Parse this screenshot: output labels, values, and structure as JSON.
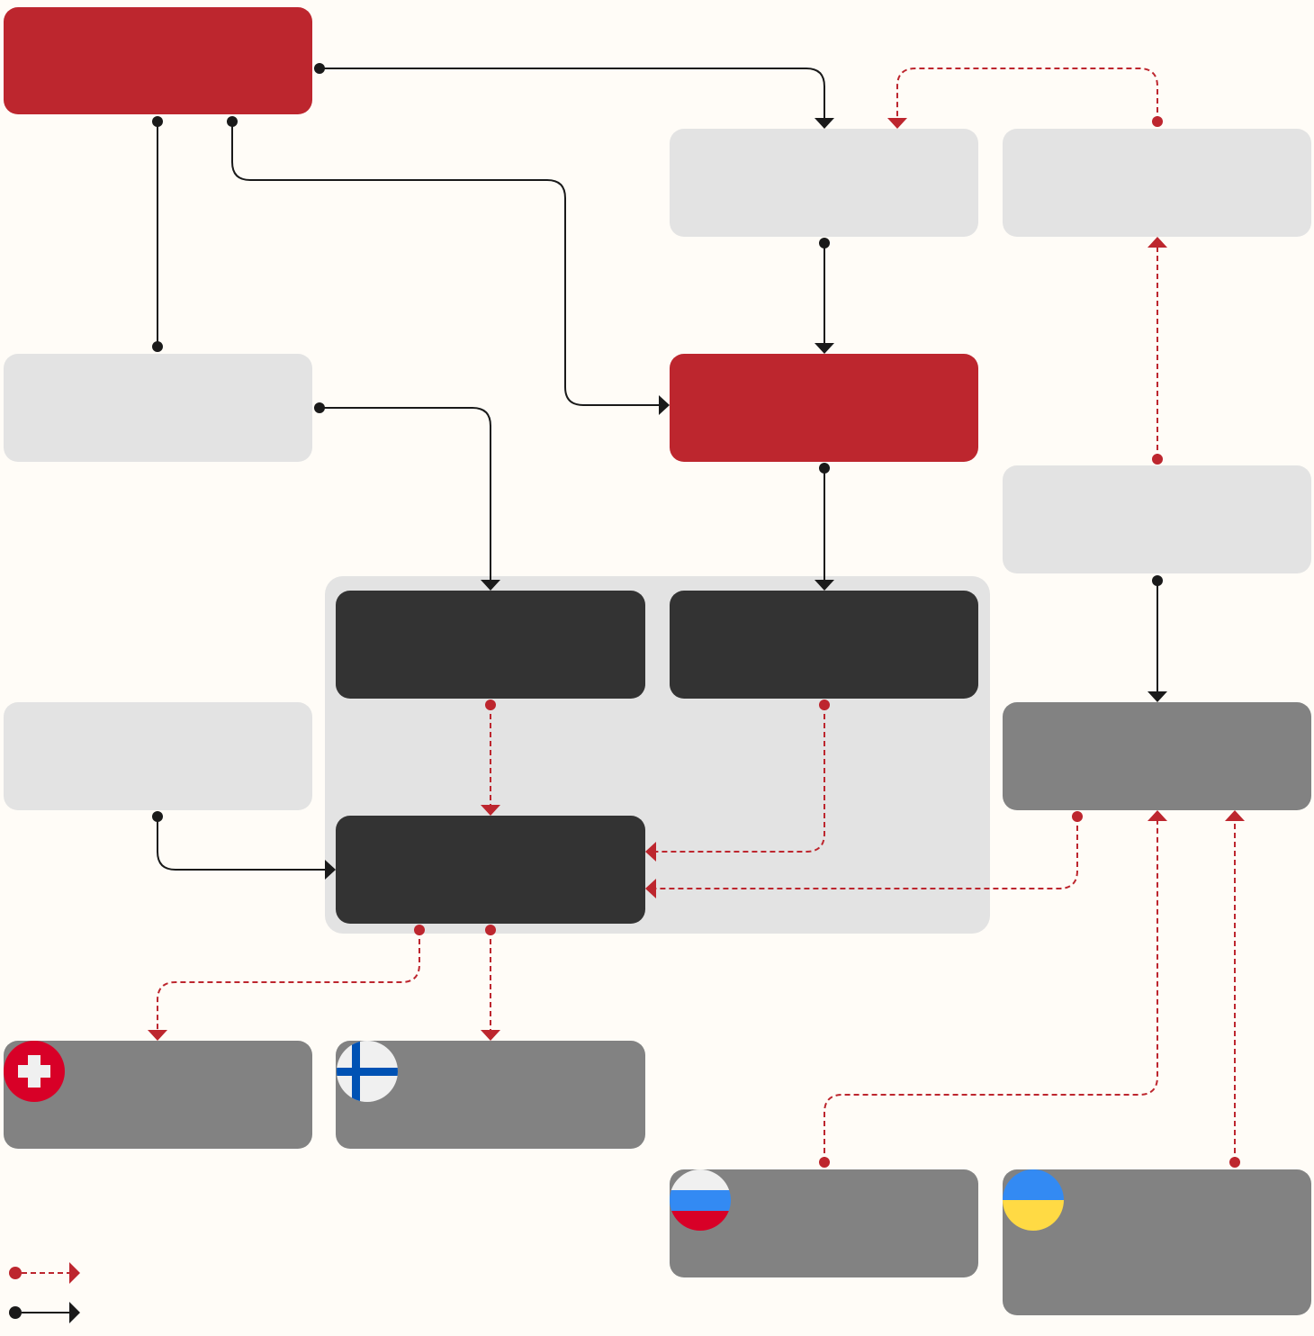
{
  "colors": {
    "background": "#fffcf7",
    "accent_red": "#bd262e",
    "light_node": "#e3e3e3",
    "dark_node": "#333333",
    "gray_node": "#828282",
    "group_bg": "#e3e3e3",
    "solid_edge": "#1a1a1a",
    "dashed_edge": "#bd262e"
  },
  "flags": [
    "switzerland",
    "finland",
    "russia",
    "ukraine"
  ],
  "legend": {
    "items": [
      {
        "style": "dashed-red-arrow"
      },
      {
        "style": "solid-black-arrow"
      }
    ]
  }
}
